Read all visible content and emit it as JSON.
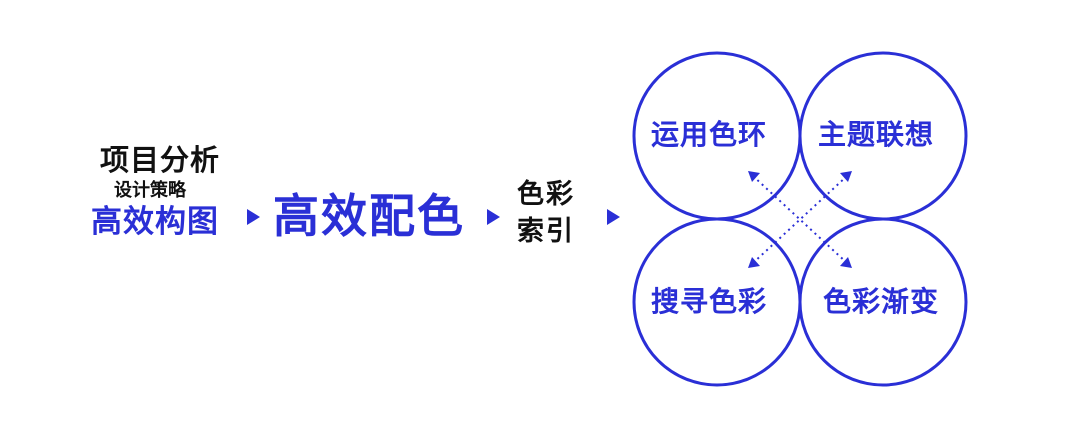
{
  "left_block": {
    "project_analysis": "项目分析",
    "design_strategy": "设计策略",
    "efficient_composition": "高效构图"
  },
  "main_title": "高效配色",
  "color_index": {
    "line1": "色彩",
    "line2": "索引"
  },
  "circles": [
    {
      "label": "运用色环"
    },
    {
      "label": "主题联想"
    },
    {
      "label": "搜寻色彩"
    },
    {
      "label": "色彩渐变"
    }
  ],
  "colors": {
    "accent": "#2a2fd6",
    "text": "#111111",
    "background": "#ffffff"
  }
}
